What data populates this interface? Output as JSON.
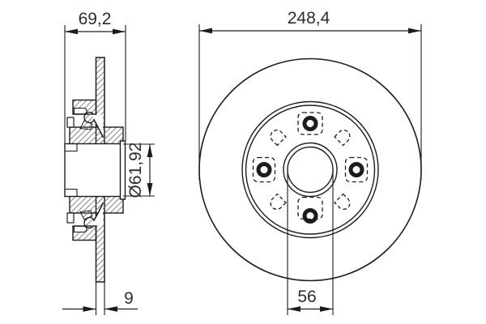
{
  "drawing": {
    "type": "brake-disc-technical-drawing",
    "colors": {
      "background": "#ffffff",
      "line": "#1c1c1c",
      "text": "#2d2d2d",
      "hatch": "#777777"
    },
    "views": {
      "side_view": "side-cross-section",
      "front_view": "front-face"
    },
    "dimensions": {
      "overall_width": {
        "value": "69,2"
      },
      "outer_diameter": {
        "value": "248,4"
      },
      "hub_flange_diameter": {
        "value": "Ø61,92"
      },
      "disc_thickness": {
        "value": "9"
      },
      "center_bore": {
        "value": "56"
      }
    }
  }
}
